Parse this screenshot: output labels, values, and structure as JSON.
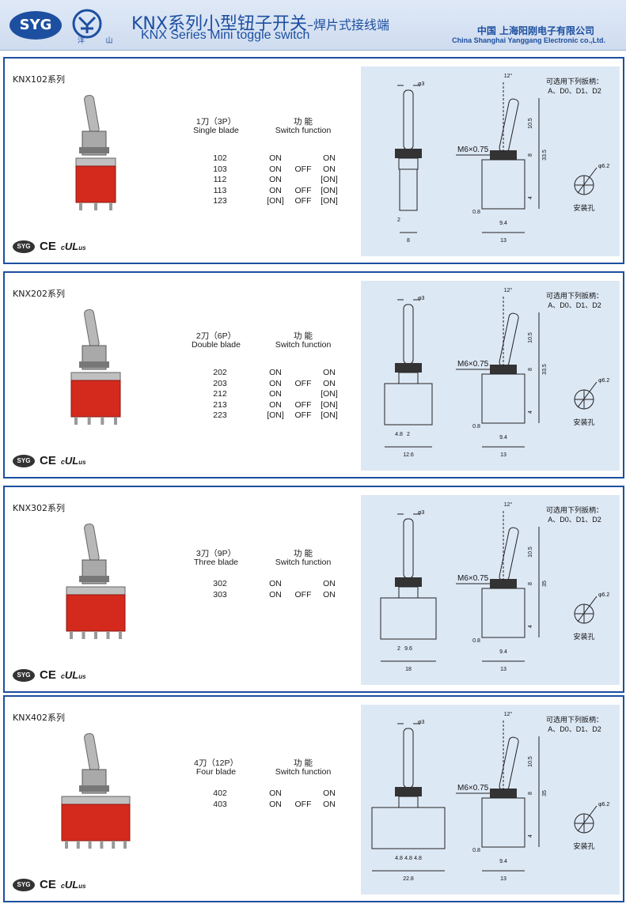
{
  "header": {
    "logo_text": "SYG",
    "logo2_chars": "洋 山",
    "title_cn": "KNX系列小型钮子开关",
    "title_cn_sub": "–焊片式接线端",
    "title_en": "KNX Series Mini toggle switch",
    "company_cn": "中国  上海阳刚电子有限公司",
    "company_en": "China Shanghai Yanggang Electronic co.,Ltd."
  },
  "cert_labels": [
    "SYG",
    "CE",
    "c",
    "UL",
    "us"
  ],
  "drawing_labels": {
    "angle": "12°",
    "toggle_dia": "φ3",
    "thread": "M6×0.75",
    "handle_options_line1": "可选用下列扳柄：",
    "handle_options_line2": "A、D0、D1、D2",
    "mount_hole_dia": "φ6.2",
    "mount_hole_label": "安装孔",
    "dim_10_5": "10.5",
    "dim_8": "8",
    "dim_4": "4",
    "dim_0_8": "0.8",
    "dim_9_4": "9.4",
    "dim_13": "13"
  },
  "sections": [
    {
      "title": "KNX102系列",
      "blade_cn": "1刀（3P）",
      "blade_en": "Single blade",
      "func_cn": "功    能",
      "func_en": "Switch function",
      "rows": [
        {
          "model": "102",
          "a": "ON",
          "b": "",
          "c": "ON"
        },
        {
          "model": "103",
          "a": "ON",
          "b": "OFF",
          "c": "ON"
        },
        {
          "model": "112",
          "a": "ON",
          "b": "",
          "c": "[ON]"
        },
        {
          "model": "113",
          "a": "ON",
          "b": "OFF",
          "c": "[ON]"
        },
        {
          "model": "123",
          "a": "[ON]",
          "b": "OFF",
          "c": "[ON]"
        }
      ],
      "height_dim": "33.5",
      "side_dims": [
        "2",
        "8"
      ]
    },
    {
      "title": "KNX202系列",
      "blade_cn": "2刀（6P）",
      "blade_en": "Double blade",
      "func_cn": "功    能",
      "func_en": "Switch function",
      "rows": [
        {
          "model": "202",
          "a": "ON",
          "b": "",
          "c": "ON"
        },
        {
          "model": "203",
          "a": "ON",
          "b": "OFF",
          "c": "ON"
        },
        {
          "model": "212",
          "a": "ON",
          "b": "",
          "c": "[ON]"
        },
        {
          "model": "213",
          "a": "ON",
          "b": "OFF",
          "c": "[ON]"
        },
        {
          "model": "223",
          "a": "[ON]",
          "b": "OFF",
          "c": "[ON]"
        }
      ],
      "height_dim": "33.5",
      "side_dims": [
        "4.8",
        "2",
        "12.6"
      ]
    },
    {
      "title": "KNX302系列",
      "blade_cn": "3刀（9P）",
      "blade_en": "Three blade",
      "func_cn": "功    能",
      "func_en": "Switch function",
      "rows": [
        {
          "model": "302",
          "a": "ON",
          "b": "",
          "c": "ON"
        },
        {
          "model": "303",
          "a": "ON",
          "b": "OFF",
          "c": "ON"
        }
      ],
      "height_dim": "35",
      "side_dims": [
        "2",
        "9.6",
        "18"
      ]
    },
    {
      "title": "KNX402系列",
      "blade_cn": "4刀（12P）",
      "blade_en": "Four blade",
      "func_cn": "功    能",
      "func_en": "Switch function",
      "rows": [
        {
          "model": "402",
          "a": "ON",
          "b": "",
          "c": "ON"
        },
        {
          "model": "403",
          "a": "ON",
          "b": "OFF",
          "c": "ON"
        }
      ],
      "height_dim": "35",
      "side_dims": [
        "4.8",
        "4.8",
        "4.8",
        "22.8"
      ]
    }
  ]
}
